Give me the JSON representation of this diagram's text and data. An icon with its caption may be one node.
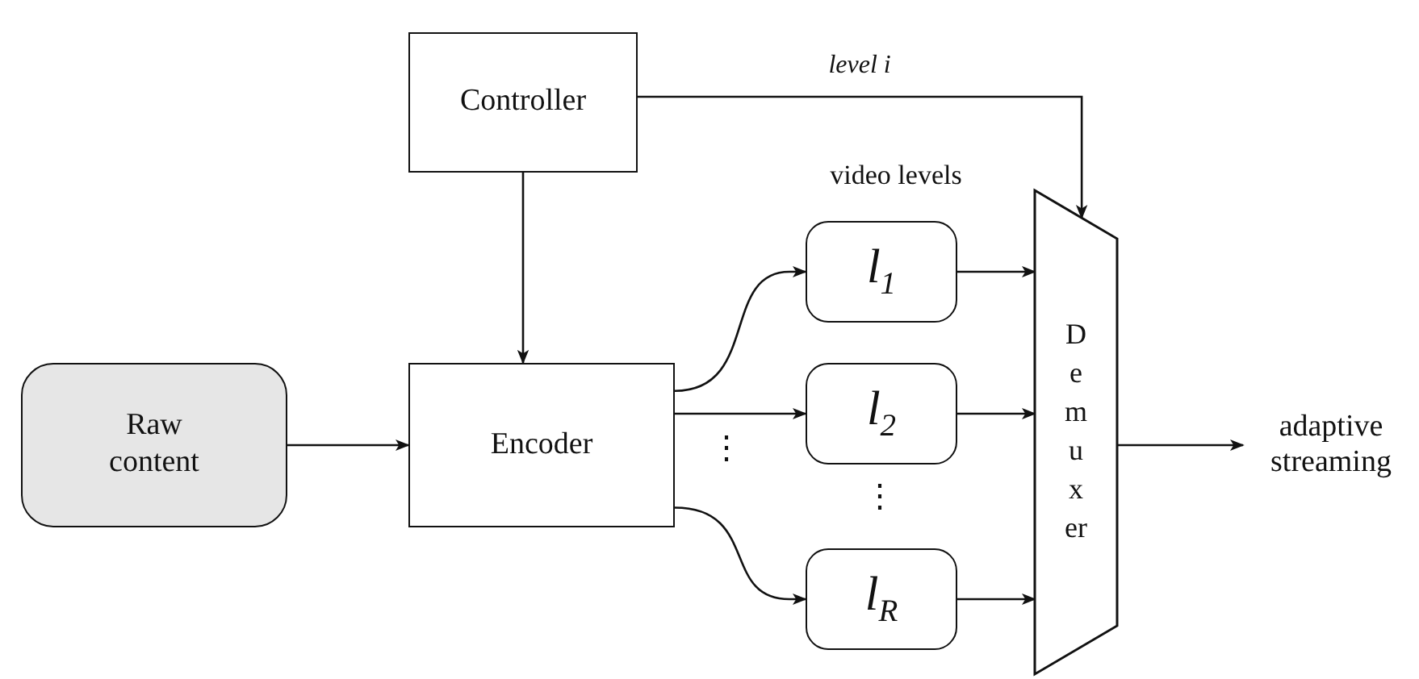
{
  "diagram": {
    "nodes": [
      {
        "text": [
          "Controller"
        ]
      },
      {
        "text": [
          "Raw content"
        ]
      },
      {
        "text": [
          "Encoder"
        ]
      },
      {
        "text": [
          "l$_{1}$"
        ]
      },
      {
        "text": [
          "l$_{2}$"
        ]
      },
      {
        "text": [
          "l$_{R}$"
        ]
      },
      {
        "text": [
          "Demuxer"
        ]
      },
      {
        "text": [
          "adaptive streaming"
        ]
      }
    ],
    "edges": [
      {
        "from": 1,
        "to": 2,
        "arrow": "to"
      },
      {
        "from": 0,
        "to": 2,
        "arrow": "to"
      },
      {
        "from": 2,
        "to": 3,
        "arrow": "to"
      },
      {
        "from": 2,
        "to": 4,
        "arrow": "to"
      },
      {
        "from": 2,
        "to": 5,
        "arrow": "to"
      },
      {
        "from": 3,
        "to": 6,
        "arrow": "to"
      },
      {
        "from": 4,
        "to": 6,
        "arrow": "to"
      },
      {
        "from": 5,
        "to": 6,
        "arrow": "to"
      },
      {
        "from": 0,
        "to": 6,
        "arrow": "to",
        "label": "level i"
      },
      {
        "from": 6,
        "to": 7,
        "arrow": "to"
      }
    ],
    "labels": [
      "video levels",
      "⋮",
      "⋮"
    ]
  }
}
